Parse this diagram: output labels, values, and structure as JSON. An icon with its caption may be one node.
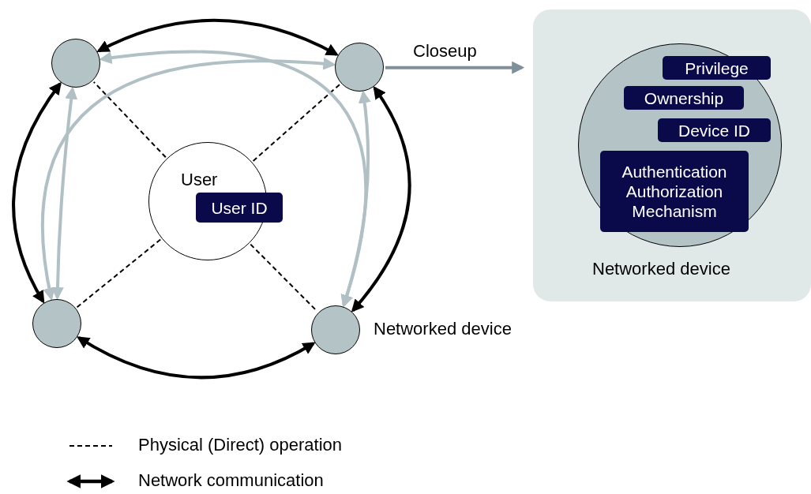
{
  "diagram": {
    "nodes": [
      {
        "text": [
          "User"
        ]
      },
      {
        "text": [
          "User ID"
        ]
      },
      {
        "text": [],
        "shape": "circle"
      },
      {
        "text": [],
        "shape": "circle"
      },
      {
        "text": [],
        "shape": "circle"
      },
      {
        "text": [],
        "shape": "circle",
        "beside": [
          "Networked device"
        ]
      },
      {
        "text": [
          "Networked device"
        ]
      },
      {
        "text": [],
        "shape": "circle",
        "in": 6
      },
      {
        "text": [
          "Privilege"
        ],
        "in": 7
      },
      {
        "text": [
          "Ownership"
        ],
        "in": 7
      },
      {
        "text": [
          "Device ID"
        ],
        "in": 7
      },
      {
        "text": [
          "Authentication Authorization Mechanism"
        ],
        "in": 7
      }
    ],
    "edges": [
      {
        "from": 0,
        "to": 2,
        "arrow": "none",
        "style": "dashed"
      },
      {
        "from": 0,
        "to": 3,
        "arrow": "none",
        "style": "dashed"
      },
      {
        "from": 0,
        "to": 4,
        "arrow": "none",
        "style": "dashed"
      },
      {
        "from": 0,
        "to": 5,
        "arrow": "none",
        "style": "dashed"
      },
      {
        "from": 2,
        "to": 3,
        "arrow": "both"
      },
      {
        "from": 3,
        "to": 5,
        "arrow": "both"
      },
      {
        "from": 4,
        "to": 5,
        "arrow": "both"
      },
      {
        "from": 2,
        "to": 4,
        "arrow": "both"
      },
      {
        "from": 2,
        "to": 5,
        "arrow": "both",
        "color": "#b0c0c4"
      },
      {
        "from": 3,
        "to": 4,
        "arrow": "both",
        "color": "#b0c0c4"
      },
      {
        "from": 2,
        "to": 4,
        "arrow": "both",
        "color": "#b0c0c4"
      },
      {
        "from": 3,
        "to": 5,
        "arrow": "both",
        "color": "#b0c0c4"
      },
      {
        "from": 3,
        "to": 6,
        "arrow": "to",
        "label": "Closeup",
        "color": "#7f9099"
      }
    ],
    "legend": [
      {
        "text": "Physical (Direct) operation"
      },
      {
        "text": "Network communication"
      }
    ]
  }
}
